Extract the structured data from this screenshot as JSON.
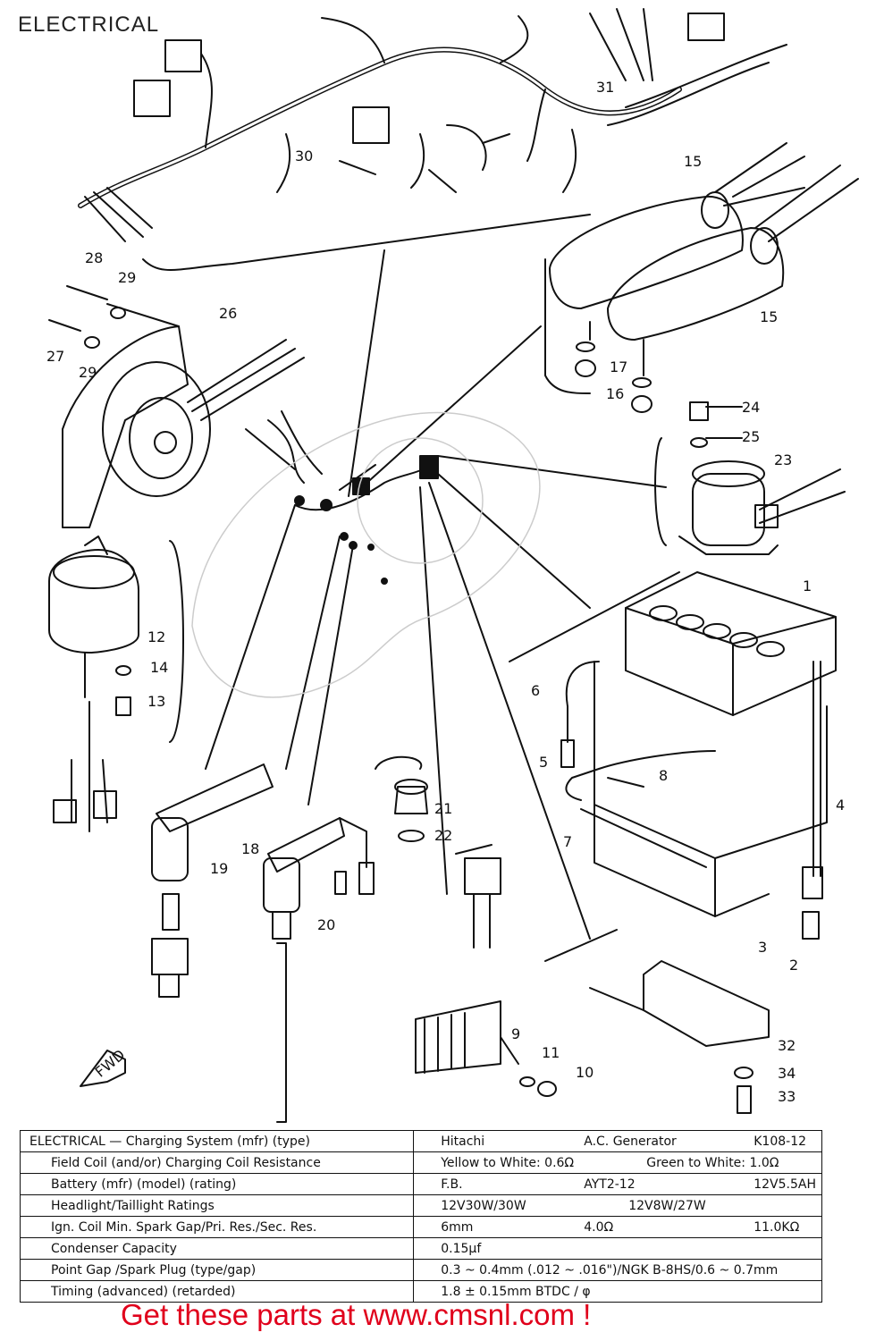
{
  "title": "ELECTRICAL",
  "colors": {
    "line": "#111111",
    "promo": "#e0001b"
  },
  "labels": [
    {
      "id": "30",
      "text": "30"
    },
    {
      "id": "31",
      "text": "31"
    },
    {
      "id": "15a",
      "text": "15"
    },
    {
      "id": "15b",
      "text": "15"
    },
    {
      "id": "28",
      "text": "28"
    },
    {
      "id": "29a",
      "text": "29"
    },
    {
      "id": "27",
      "text": "27"
    },
    {
      "id": "29b",
      "text": "29"
    },
    {
      "id": "26",
      "text": "26"
    },
    {
      "id": "17",
      "text": "17"
    },
    {
      "id": "16",
      "text": "16"
    },
    {
      "id": "24",
      "text": "24"
    },
    {
      "id": "25",
      "text": "25"
    },
    {
      "id": "23",
      "text": "23"
    },
    {
      "id": "1",
      "text": "1"
    },
    {
      "id": "12",
      "text": "12"
    },
    {
      "id": "14",
      "text": "14"
    },
    {
      "id": "13",
      "text": "13"
    },
    {
      "id": "6",
      "text": "6"
    },
    {
      "id": "5",
      "text": "5"
    },
    {
      "id": "8",
      "text": "8"
    },
    {
      "id": "4",
      "text": "4"
    },
    {
      "id": "21",
      "text": "21"
    },
    {
      "id": "22",
      "text": "22"
    },
    {
      "id": "7",
      "text": "7"
    },
    {
      "id": "18",
      "text": "18"
    },
    {
      "id": "19",
      "text": "19"
    },
    {
      "id": "20",
      "text": "20"
    },
    {
      "id": "3",
      "text": "3"
    },
    {
      "id": "2",
      "text": "2"
    },
    {
      "id": "9",
      "text": "9"
    },
    {
      "id": "11",
      "text": "11"
    },
    {
      "id": "10",
      "text": "10"
    },
    {
      "id": "32",
      "text": "32"
    },
    {
      "id": "34",
      "text": "34"
    },
    {
      "id": "33",
      "text": "33"
    }
  ],
  "fwd_label": "FWD",
  "spec_table": {
    "rows": [
      {
        "label": "ELECTRICAL — Charging System (mfr) (type)",
        "values": [
          "Hitachi",
          "A.C. Generator",
          "K108-12"
        ]
      },
      {
        "label": "Field Coil (and/or) Charging Coil Resistance",
        "values": [
          "Yellow to White: 0.6Ω",
          "Green to White: 1.0Ω"
        ]
      },
      {
        "label": "Battery (mfr) (model) (rating)",
        "values": [
          "F.B.",
          "AYT2-12",
          "12V5.5AH"
        ]
      },
      {
        "label": "Headlight/Taillight Ratings",
        "values": [
          "12V30W/30W",
          "12V8W/27W"
        ]
      },
      {
        "label": "Ign. Coil Min. Spark Gap/Pri. Res./Sec. Res.",
        "values": [
          "6mm",
          "4.0Ω",
          "11.0KΩ"
        ]
      },
      {
        "label": "Condenser Capacity",
        "values": [
          "0.15μf"
        ]
      },
      {
        "label": "Point Gap /Spark Plug (type/gap)",
        "values": [
          "0.3 ~ 0.4mm (.012 ~ .016\")/NGK B-8HS/0.6 ~ 0.7mm"
        ]
      },
      {
        "label": "Timing (advanced) (retarded)",
        "values": [
          "1.8 ± 0.15mm BTDC / φ"
        ]
      }
    ]
  },
  "promo": "Get these parts at www.cmsnl.com !"
}
